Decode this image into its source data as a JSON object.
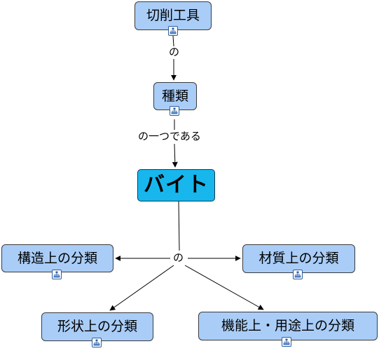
{
  "colors": {
    "node_fill": "#a9cdf7",
    "main_node_fill": "#17b7ee",
    "border": "#3b3b3b",
    "line": "#000000"
  },
  "nodes": {
    "cutting_tools": {
      "label": "切削工具",
      "icon": "hierarchy-icon"
    },
    "kind": {
      "label": "種類",
      "icon": "hierarchy-icon"
    },
    "bite": {
      "label": "バイト"
    },
    "structure_class": {
      "label": "構造上の分類",
      "icon": "hierarchy-icon"
    },
    "material_class": {
      "label": "材質上の分類",
      "icon": "hierarchy-icon"
    },
    "shape_class": {
      "label": "形状上の分類",
      "icon": "hierarchy-icon"
    },
    "function_class": {
      "label": "機能上・用途上の分類",
      "icon": "hierarchy-icon"
    }
  },
  "links": {
    "tools_to_kind": "の",
    "kind_to_bite": "の一つである",
    "bite_to_classes": "の"
  }
}
